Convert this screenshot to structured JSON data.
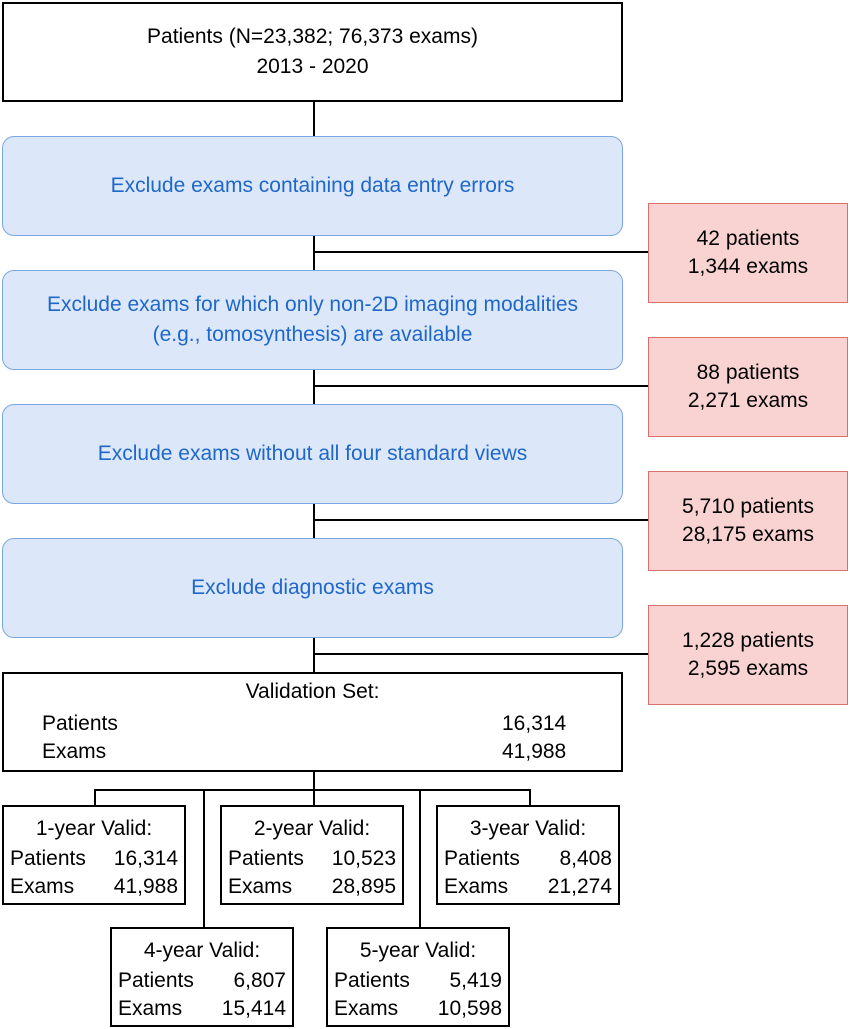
{
  "start": {
    "line1": "Patients (N=23,382; 76,373 exams)",
    "line2": "2013 - 2020"
  },
  "steps": [
    {
      "label": "Exclude exams containing data entry errors",
      "excluded_patients": "42 patients",
      "excluded_exams": "1,344 exams"
    },
    {
      "label": "Exclude exams for which only non-2D imaging modalities (e.g., tomosynthesis) are available",
      "excluded_patients": "88 patients",
      "excluded_exams": "2,271 exams"
    },
    {
      "label": "Exclude exams without all four standard views",
      "excluded_patients": "5,710 patients",
      "excluded_exams": "28,175 exams"
    },
    {
      "label": "Exclude diagnostic exams",
      "excluded_patients": "1,228 patients",
      "excluded_exams": "2,595 exams"
    }
  ],
  "validation": {
    "title": "Validation Set:",
    "patients_label": "Patients",
    "patients_value": "16,314",
    "exams_label": "Exams",
    "exams_value": "41,988"
  },
  "subsets": [
    {
      "title": "1-year Valid:",
      "patients_label": "Patients",
      "patients": "16,314",
      "exams_label": "Exams",
      "exams": "41,988"
    },
    {
      "title": "2-year Valid:",
      "patients_label": "Patients",
      "patients": "10,523",
      "exams_label": "Exams",
      "exams": "28,895"
    },
    {
      "title": "3-year Valid:",
      "patients_label": "Patients",
      "patients": "8,408",
      "exams_label": "Exams",
      "exams": "21,274"
    },
    {
      "title": "4-year Valid:",
      "patients_label": "Patients",
      "patients": "6,807",
      "exams_label": "Exams",
      "exams": "15,414"
    },
    {
      "title": "5-year Valid:",
      "patients_label": "Patients",
      "patients": "5,419",
      "exams_label": "Exams",
      "exams": "10,598"
    }
  ],
  "colors": {
    "step_fill": "#dce8fa",
    "step_border": "#7aa7e0",
    "step_text": "#1f67c8",
    "excluded_fill": "#f8d3d2",
    "excluded_border": "#d9706d"
  }
}
